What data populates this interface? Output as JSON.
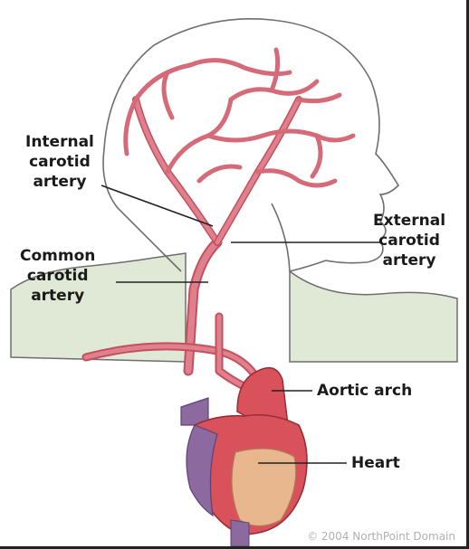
{
  "labels": {
    "internal_carotid": [
      "Internal",
      "carotid",
      "artery"
    ],
    "external_carotid": [
      "External",
      "carotid",
      "artery"
    ],
    "common_carotid": [
      "Common",
      "carotid",
      "artery"
    ],
    "aortic_arch": "Aortic arch",
    "heart": "Heart"
  },
  "copyright": "© 2004 NorthPoint Domain",
  "colors": {
    "background": "#ffffff",
    "body_fill": "#dfe9d6",
    "outline": "#6e6e6e",
    "artery": "#e0808c",
    "artery_edge": "#c2505e",
    "heart_red": "#d9515a",
    "heart_purple": "#8c6aa0",
    "heart_tan": "#e8b78e",
    "leader_line": "#222222",
    "label_text": "#1a1a1a",
    "copyright_text": "#b0b0b0"
  }
}
